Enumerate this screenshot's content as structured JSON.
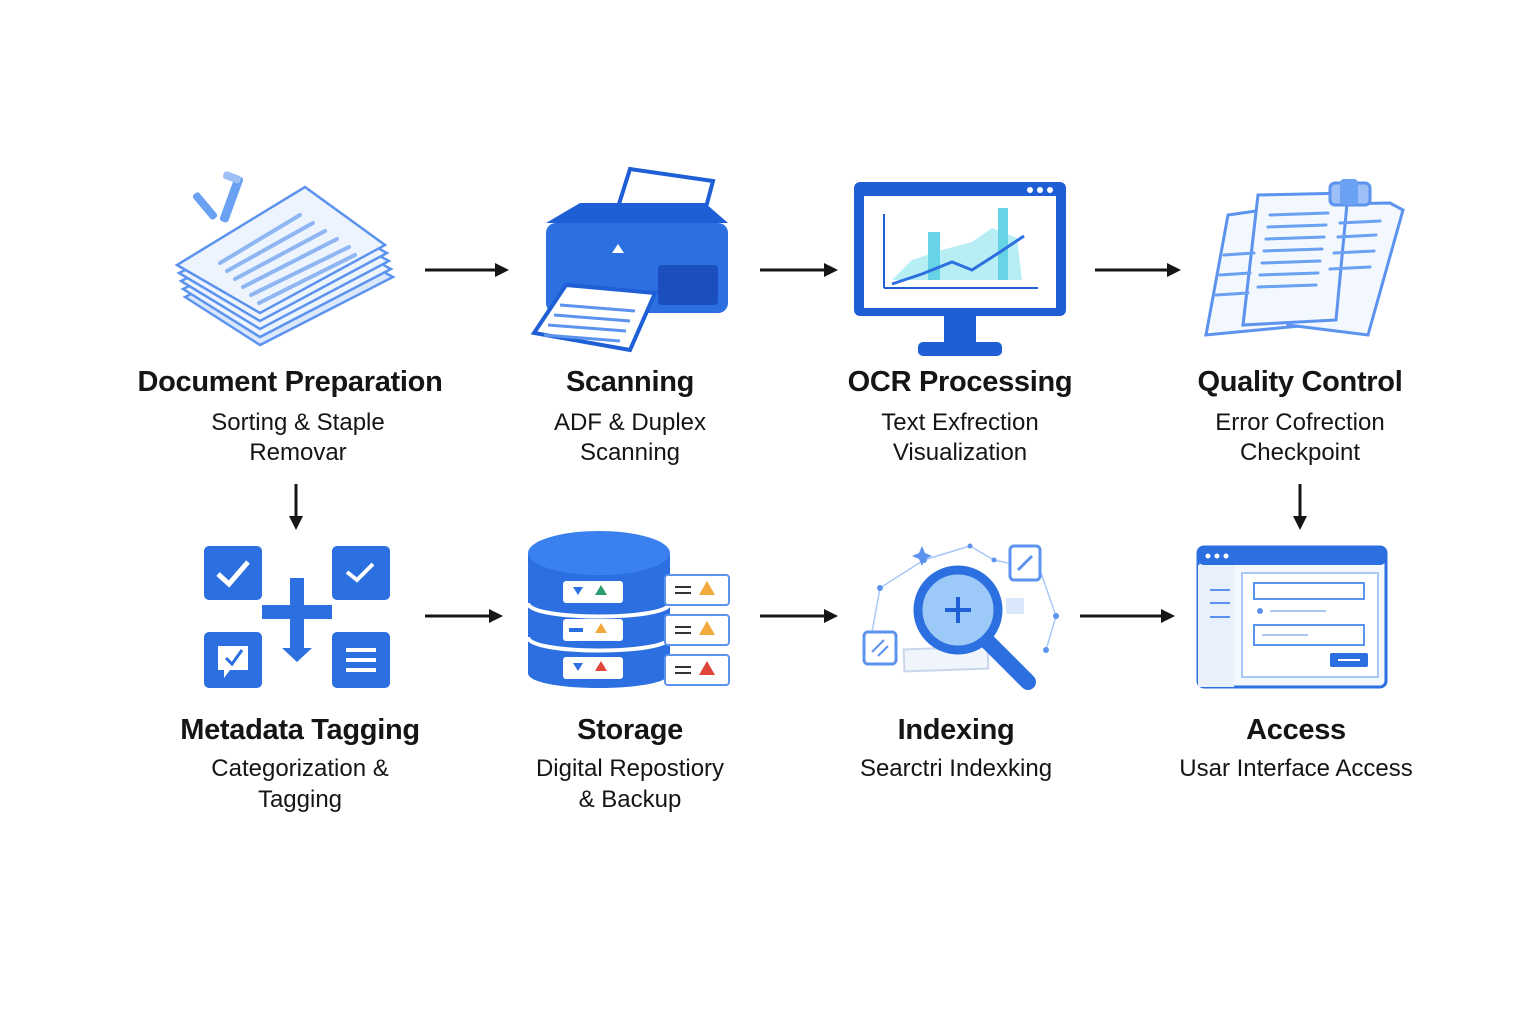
{
  "steps": [
    {
      "title": "Document Preparation",
      "sub1": "Sorting & Staple",
      "sub2": "Removar",
      "icon": "document-stack-icon"
    },
    {
      "title": "Scanning",
      "sub1": "ADF & Duplex",
      "sub2": "Scanning",
      "icon": "scanner-icon"
    },
    {
      "title": "OCR Processing",
      "sub1": "Text Exfrection",
      "sub2": "Visualization",
      "icon": "monitor-chart-icon"
    },
    {
      "title": "Quality Control",
      "sub1": "Error Cofrection",
      "sub2": "Checkpoint",
      "icon": "clipboard-documents-icon"
    },
    {
      "title": "Metadata Tagging",
      "sub1": "Categorization &",
      "sub2": "Tagging",
      "icon": "tag-checklist-icon"
    },
    {
      "title": "Storage",
      "sub1": "Digital Repostiory",
      "sub2": "& Backup",
      "icon": "database-icon"
    },
    {
      "title": "Indexing",
      "sub1": "Searctri Indexking",
      "sub2": "",
      "icon": "magnifier-icon"
    },
    {
      "title": "Access",
      "sub1": "Usar Interface Access",
      "sub2": "",
      "icon": "browser-window-icon"
    }
  ],
  "colors": {
    "primary": "#1f5fd6",
    "light": "#6aa1f2",
    "pale": "#dbe8fb",
    "text": "#151515",
    "warn": "#f2a93b",
    "alert": "#e0453a",
    "ok": "#2d9b6d"
  }
}
